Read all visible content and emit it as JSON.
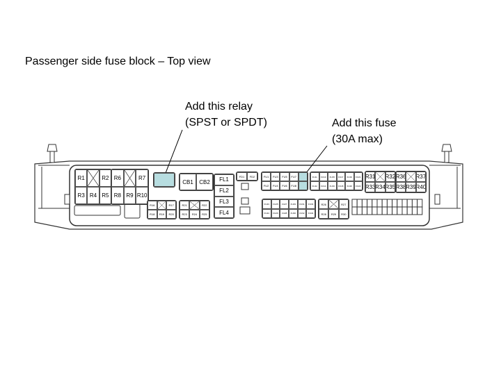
{
  "title": "Passenger side fuse block – Top view",
  "annotations": {
    "relay": {
      "line1": "Add this relay",
      "line2": "(SPST or SPDT)"
    },
    "fuse": {
      "line1": "Add this fuse",
      "line2": "(30A max)"
    }
  },
  "colors": {
    "highlight": "#b7dde0",
    "outline": "#333333"
  },
  "groups": [
    {
      "id": "relays-r1-r5",
      "cols": 3,
      "cells": [
        "R1",
        null,
        "R2",
        "R3",
        "R4",
        "R5"
      ]
    },
    {
      "id": "relays-r6-r10",
      "cols": 3,
      "cells": [
        "R6",
        null,
        "R7",
        "R8",
        "R9",
        "R10"
      ]
    },
    {
      "id": "added-relay",
      "cols": 1,
      "cells": [
        ""
      ],
      "highlight": [
        0
      ]
    },
    {
      "id": "circuit-breakers",
      "cols": 2,
      "cells": [
        "CB1",
        "CB2"
      ]
    },
    {
      "id": "fusible-links",
      "cols": 1,
      "cells": [
        "FL1",
        "FL2",
        "FL3",
        "FL4"
      ]
    },
    {
      "id": "diodes",
      "cols": 2,
      "cells": [
        "FD1",
        "FD2"
      ],
      "size": "small"
    },
    {
      "id": "fuses-fu1-fu10",
      "cols": 5,
      "cells": [
        "FU1",
        "FU3",
        "FU5",
        "FU7",
        "",
        "FU2",
        "FU4",
        "FU6",
        "FU8",
        ""
      ],
      "highlight": [
        4,
        9
      ],
      "size": "small"
    },
    {
      "id": "fuses-fu11-fu22",
      "cols": 6,
      "cells": [
        "FU11",
        "FU13",
        "FU15",
        "FU17",
        "FU19",
        "FU21",
        "FU12",
        "FU14",
        "FU16",
        "FU18",
        "FU20",
        "FU22"
      ],
      "size": "tiny"
    },
    {
      "id": "relays-r31-r35",
      "cols": 3,
      "cells": [
        "R31",
        null,
        "R32",
        "R33",
        "R34",
        "R35"
      ]
    },
    {
      "id": "relays-r36-r40",
      "cols": 3,
      "cells": [
        "R36",
        null,
        "R37",
        "R38",
        "R39",
        "R40"
      ]
    },
    {
      "id": "relays-r16-r20",
      "cols": 3,
      "cells": [
        "R16",
        null,
        "R17",
        "R18",
        "R19",
        "R20"
      ],
      "size": "small"
    },
    {
      "id": "relays-r21-r25",
      "cols": 3,
      "cells": [
        "R21",
        null,
        "R22",
        "R23",
        "R24",
        "R25"
      ],
      "size": "small"
    },
    {
      "id": "fuses-fu23-fu34",
      "cols": 6,
      "cells": [
        "FU23",
        "FU25",
        "FU27",
        "FU29",
        "FU31",
        "FU33",
        "FU24",
        "FU26",
        "FU28",
        "FU30",
        "FU32",
        "FU34"
      ],
      "size": "tiny"
    },
    {
      "id": "relays-r26-r30",
      "cols": 3,
      "cells": [
        "R26",
        null,
        "R27",
        "R28",
        "R29",
        "R30"
      ],
      "size": "small"
    }
  ]
}
